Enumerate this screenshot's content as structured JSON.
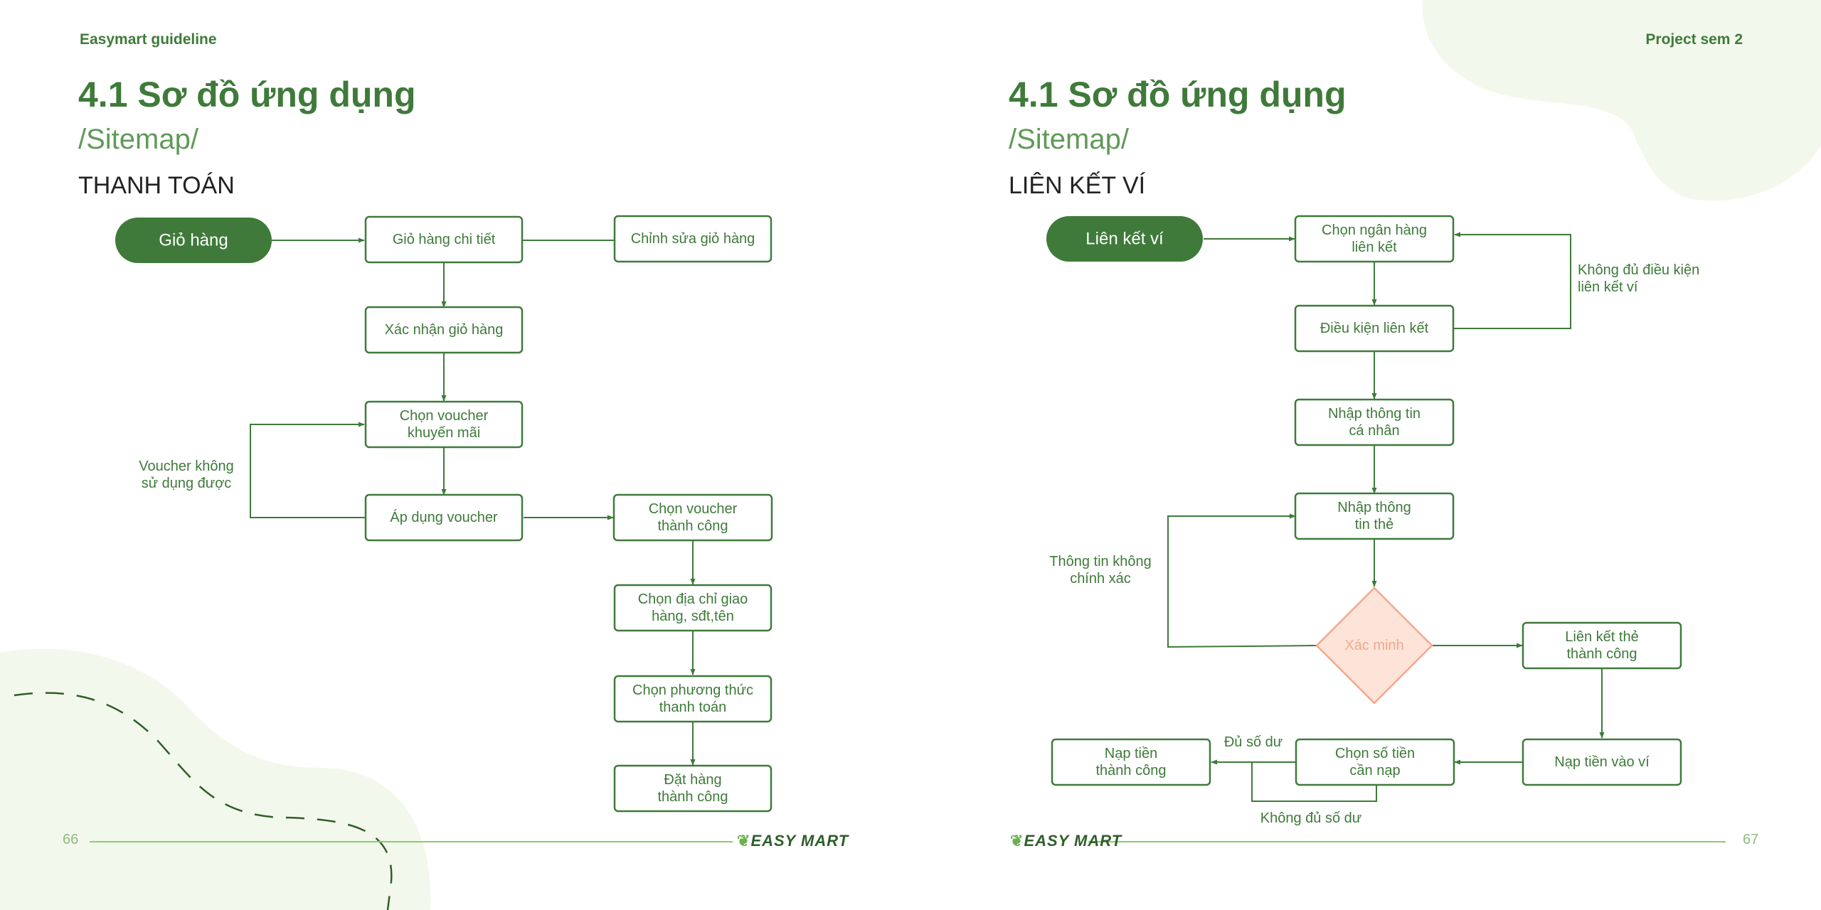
{
  "colors": {
    "primary": "#3f7a3a",
    "light_bg": "#f3f8ec",
    "diamond_fill": "#fde3d8",
    "diamond_stroke": "#f2a98c",
    "rule": "#8fca6a"
  },
  "left_page": {
    "header": "Easymart guideline",
    "title": "4.1 Sơ đồ ứng dụng",
    "subtitle": "/Sitemap/",
    "section": "THANH TOÁN",
    "page_number": "66",
    "logo": "EASY MART",
    "nodes": {
      "gio_hang": [
        "Giỏ hàng"
      ],
      "gio_hang_chi_tiet": [
        "Giỏ hàng chi tiết"
      ],
      "chinh_sua": [
        "Chỉnh sửa giỏ hàng"
      ],
      "xac_nhan": [
        "Xác nhận giỏ hàng"
      ],
      "chon_voucher": [
        "Chọn voucher",
        "khuyến mãi"
      ],
      "ap_dung": [
        "Áp dụng voucher"
      ],
      "voucher_thanh_cong": [
        "Chọn voucher",
        "thành công"
      ],
      "dia_chi": [
        "Chọn địa chỉ giao",
        "hàng, sđt,tên"
      ],
      "phuong_thuc": [
        "Chọn phương thức",
        "thanh toán"
      ],
      "dat_hang": [
        "Đặt hàng",
        "thành công"
      ]
    },
    "labels": {
      "voucher_fail": [
        "Voucher không",
        "sử dụng được"
      ]
    }
  },
  "right_page": {
    "header": "Project sem 2",
    "title": "4.1 Sơ đồ ứng dụng",
    "subtitle": "/Sitemap/",
    "section": "LIÊN KẾT VÍ",
    "page_number": "67",
    "logo": "EASY MART",
    "nodes": {
      "lien_ket_vi": [
        "Liên kết ví"
      ],
      "chon_ngan_hang": [
        "Chọn ngân hàng",
        "liên kết"
      ],
      "dieu_kien": [
        "Điều kiện liên kết"
      ],
      "thong_tin_ca_nhan": [
        "Nhập thông tin",
        "cá nhân"
      ],
      "thong_tin_the": [
        "Nhập thông",
        "tin thẻ"
      ],
      "xac_minh": [
        "Xác minh"
      ],
      "lien_ket_the": [
        "Liên kết thẻ",
        "thành công"
      ],
      "nap_tien_vao_vi": [
        "Nạp tiền vào ví"
      ],
      "chon_so_tien": [
        "Chọn số tiền",
        "cần nạp"
      ],
      "nap_tien_thanh_cong": [
        "Nạp tiền",
        "thành công"
      ]
    },
    "labels": {
      "khong_du_dieu_kien": [
        "Không đủ điều kiện",
        "liên kết ví"
      ],
      "thong_tin_sai": [
        "Thông tin không",
        "chính xác"
      ],
      "du_so_du": [
        "Đủ số dư"
      ],
      "khong_du_so_du": [
        "Không đủ số dư"
      ]
    }
  }
}
